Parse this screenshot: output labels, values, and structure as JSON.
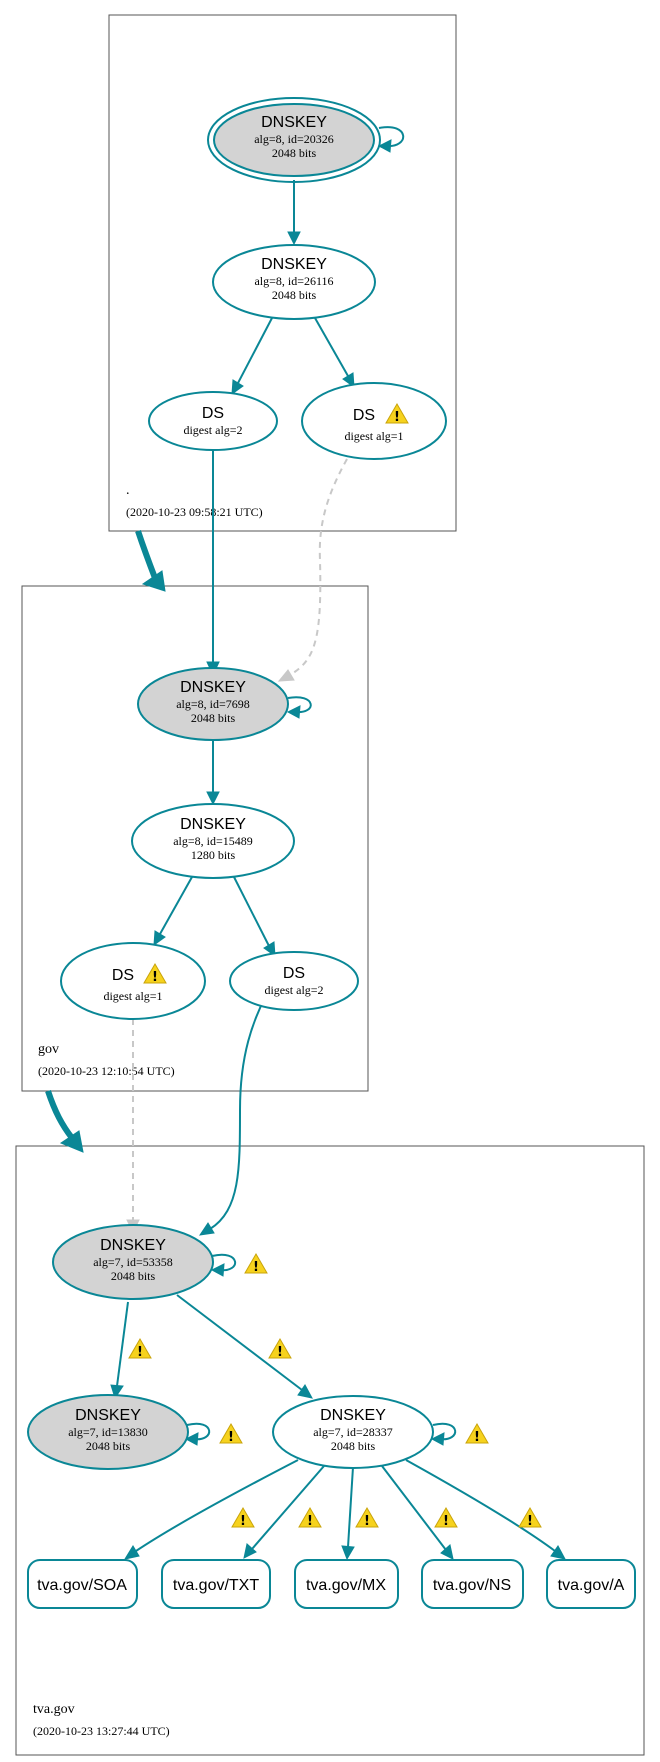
{
  "zones": {
    "root": {
      "name": ".",
      "timestamp": "(2020-10-23 09:58:21 UTC)"
    },
    "gov": {
      "name": "gov",
      "timestamp": "(2020-10-23 12:10:54 UTC)"
    },
    "tva": {
      "name": "tva.gov",
      "timestamp": "(2020-10-23 13:27:44 UTC)"
    }
  },
  "nodes": {
    "root_ksk": {
      "title": "DNSKEY",
      "line1": "alg=8, id=20326",
      "line2": "2048 bits"
    },
    "root_zsk": {
      "title": "DNSKEY",
      "line1": "alg=8, id=26116",
      "line2": "2048 bits"
    },
    "root_ds2": {
      "title": "DS",
      "line1": "digest alg=2"
    },
    "root_ds1": {
      "title": "DS",
      "line1": "digest alg=1"
    },
    "gov_ksk": {
      "title": "DNSKEY",
      "line1": "alg=8, id=7698",
      "line2": "2048 bits"
    },
    "gov_zsk": {
      "title": "DNSKEY",
      "line1": "alg=8, id=15489",
      "line2": "1280 bits"
    },
    "gov_ds1": {
      "title": "DS",
      "line1": "digest alg=1"
    },
    "gov_ds2": {
      "title": "DS",
      "line1": "digest alg=2"
    },
    "tva_ksk": {
      "title": "DNSKEY",
      "line1": "alg=7, id=53358",
      "line2": "2048 bits"
    },
    "tva_key2": {
      "title": "DNSKEY",
      "line1": "alg=7, id=13830",
      "line2": "2048 bits"
    },
    "tva_zsk": {
      "title": "DNSKEY",
      "line1": "alg=7, id=28337",
      "line2": "2048 bits"
    }
  },
  "records": {
    "soa": "tva.gov/SOA",
    "txt": "tva.gov/TXT",
    "mx": "tva.gov/MX",
    "ns": "tva.gov/NS",
    "a": "tva.gov/A"
  },
  "colors": {
    "edge": "#0a8796",
    "ksk_fill": "#d3d3d3",
    "insecure_edge": "#c8c8c8",
    "warning": "#f6d21e"
  },
  "icons": {
    "warning": "warning-triangle-icon"
  }
}
